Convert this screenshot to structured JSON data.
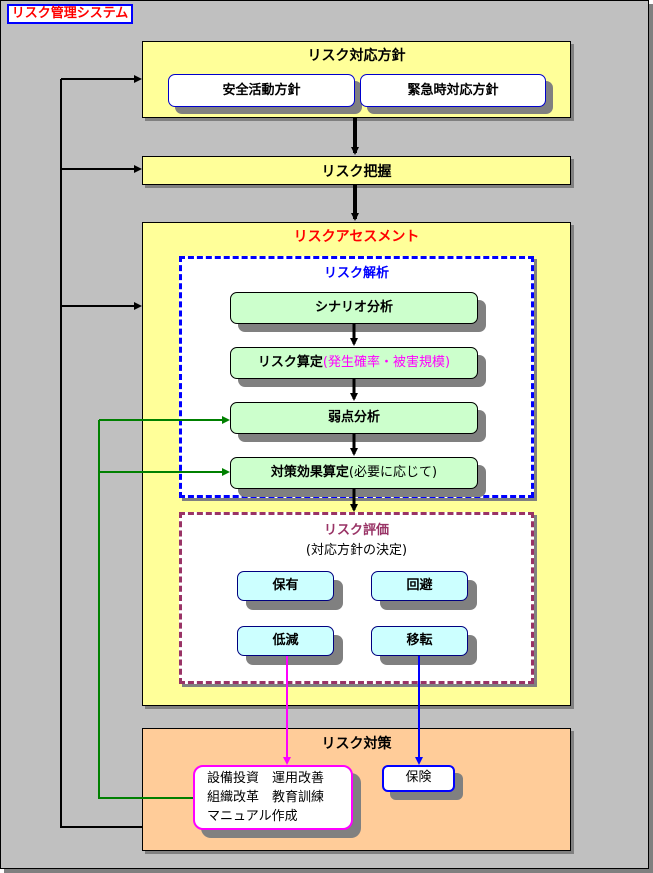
{
  "title": "リスク管理システム",
  "colors": {
    "background": "#c0c0c0",
    "panel_yellow": "#ffff99",
    "panel_orange": "#ffcc99",
    "title_red": "#ff0000",
    "analysis_blue": "#0000ff",
    "evaluation_purple": "#993366",
    "feedback_green": "#008000",
    "reduction_magenta": "#ff00ff",
    "transfer_blue": "#0000ff",
    "step_green": "#ccffcc",
    "option_cyan": "#ccffff"
  },
  "policy": {
    "title": "リスク対応方針",
    "items": [
      "安全活動方針",
      "緊急時対応方針"
    ]
  },
  "grasp": {
    "title": "リスク把握"
  },
  "assessment": {
    "title": "リスクアセスメント",
    "analysis": {
      "title": "リスク解析",
      "steps": [
        {
          "label": "シナリオ分析",
          "note": ""
        },
        {
          "label": "リスク算定",
          "note": "(発生確率・被害規模)"
        },
        {
          "label": "弱点分析",
          "note": ""
        },
        {
          "label": "対策効果算定",
          "note": "(必要に応じて)"
        }
      ]
    },
    "evaluation": {
      "title": "リスク評価",
      "subtitle": "(対応方針の決定)",
      "options": [
        "保有",
        "回避",
        "低減",
        "移転"
      ]
    }
  },
  "countermeasures": {
    "title": "リスク対策",
    "reduction_lines": [
      "設備投資　運用改善",
      "組織改革　教育訓練",
      "マニュアル作成"
    ],
    "transfer_label": "保険"
  }
}
